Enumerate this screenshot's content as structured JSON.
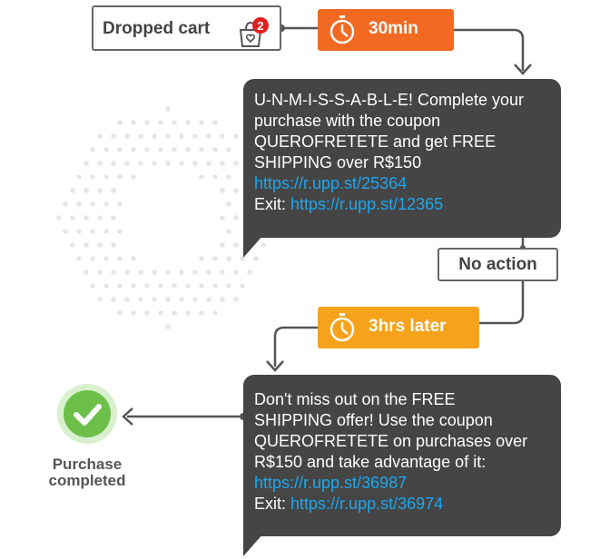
{
  "start": {
    "label": "Dropped cart",
    "badge_count": "2"
  },
  "delays": [
    {
      "label": "30min",
      "color": "#f26a21"
    },
    {
      "label": "3hrs later",
      "color": "#f6a21b"
    }
  ],
  "messages": [
    {
      "line1": "U-N-M-I-S-S-A-B-L-E! Complete your",
      "line2": "purchase with the coupon",
      "line3": "QUEROFRETETE and get FREE",
      "line4": "SHIPPING over R$150",
      "link": "https://r.upp.st/25364",
      "exit_label": "Exit:",
      "exit_link": "https://r.upp.st/12365"
    },
    {
      "line1": "Don't miss out on the FREE",
      "line2": "SHIPPING offer! Use the coupon",
      "line3": "QUEROFRETETE on purchases over",
      "line4": "R$150 and take advantage of it:",
      "link": "https://r.upp.st/36987",
      "exit_label": "Exit:",
      "exit_link": "https://r.upp.st/36974"
    }
  ],
  "branch": {
    "label": "No action"
  },
  "end": {
    "label": "Purchase completed",
    "color": "#6cc04a"
  },
  "colors": {
    "bubble": "#454545",
    "link": "#1ea7ee",
    "connector": "#555555"
  }
}
